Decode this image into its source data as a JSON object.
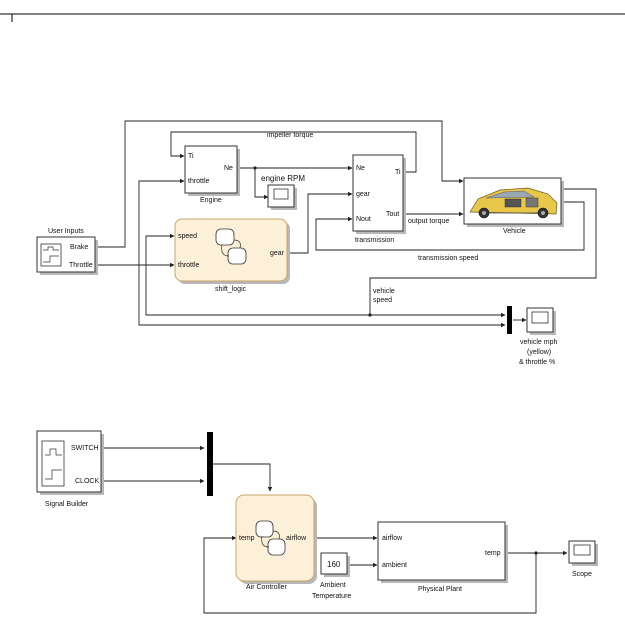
{
  "top_model": {
    "user_inputs": {
      "title": "User Inputs",
      "brake": "Brake",
      "throttle": "Throttle"
    },
    "engine": {
      "ti": "Ti",
      "throttle": "throttle",
      "ne": "Ne",
      "name": "Engine"
    },
    "engine_rpm": "engine RPM",
    "impeller_torque": "impeller torque",
    "transmission": {
      "ne": "Ne",
      "gear": "gear",
      "nout": "Nout",
      "ti": "Ti",
      "tout": "Tout",
      "name": "transmission"
    },
    "output_torque": "output torque",
    "vehicle": {
      "name": "Vehicle"
    },
    "transmission_speed": "transmission speed",
    "shift_logic": {
      "speed": "speed",
      "throttle": "throttle",
      "gear": "gear",
      "name": "shift_logic"
    },
    "vehicle_speed": {
      "line1": "vehicle",
      "line2": "speed"
    },
    "scope_label": {
      "line1": "vehicle mph",
      "line2": "(yellow)",
      "line3": "& throttle %"
    }
  },
  "bottom_model": {
    "signal_builder": {
      "switch": "SWITCH",
      "clock": "CLOCK",
      "name": "Signal Builder"
    },
    "air_controller": {
      "temp": "temp",
      "airflow": "airflow",
      "name": "Air Controller"
    },
    "ambient": {
      "value": "160",
      "line1": "Ambient",
      "line2": "Temperature"
    },
    "plant": {
      "airflow": "airflow",
      "ambient": "ambient",
      "temp": "temp",
      "name": "Physical Plant"
    },
    "scope": "Scope"
  },
  "colors": {
    "chart_fill": "#fdf0d8",
    "chart_border": "#c9a46a",
    "wire": "#222222"
  }
}
